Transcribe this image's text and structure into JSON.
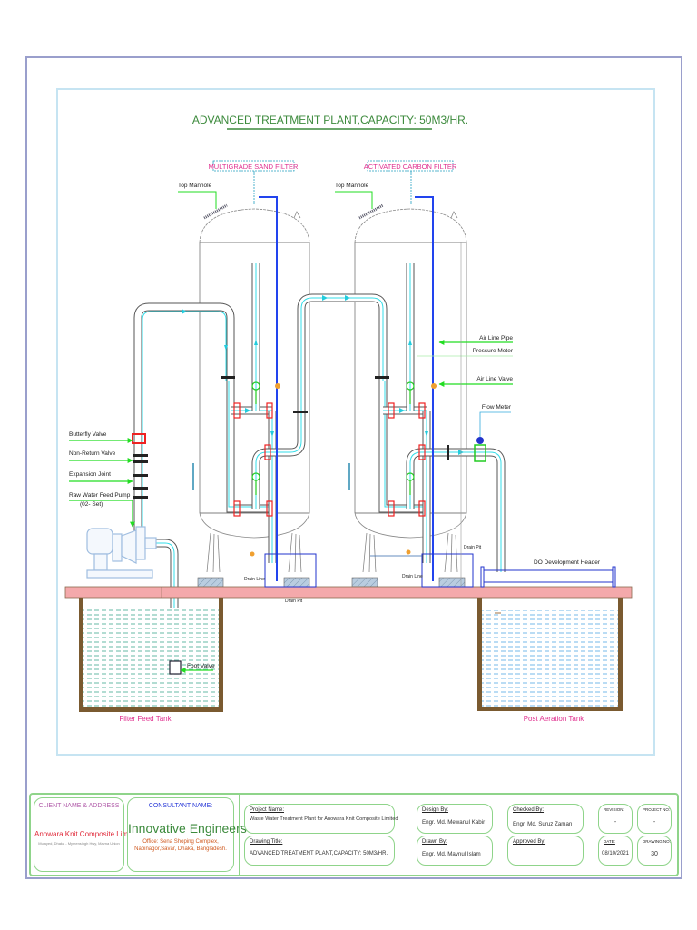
{
  "drawing": {
    "title": "ADVANCED TREATMENT PLANT,CAPACITY: 50M3/HR.",
    "filters": [
      {
        "name": "MULTIGRADE SAND FILTER",
        "manhole_label": "Top Manhole"
      },
      {
        "name": "ACTIVATED CARBON FILTER",
        "manhole_label": "Top Manhole"
      }
    ],
    "left_callouts": {
      "butterfly_valve": "Butterfly Valve",
      "non_return_valve": "Non-Return Valve",
      "expansion_joint": "Expansion Joint",
      "raw_water_pump": "Raw Water Feed Pump",
      "raw_water_pump_qty": "(02- Set)",
      "foot_valve": "Foot Valve"
    },
    "right_callouts": {
      "air_line_pipe": "Air Line Pipe",
      "pressure_meter": "Pressure Meter",
      "air_line_valve": "Air Line Valve",
      "flow_meter": "Flow Meter",
      "do_header": "DO Development Header"
    },
    "drain": {
      "drain_line_1": "Drain Line",
      "drain_line_2": "Drain Line",
      "drain_pit_1": "Drain Pit",
      "drain_pit_2": "Drain Pit"
    },
    "tanks": {
      "left": "Filter Feed Tank",
      "right": "Post Aeration Tank"
    }
  },
  "title_block": {
    "client": {
      "heading": "CLIENT NAME & ADDRESS",
      "name": "Anowara Knit Composite Limited",
      "address": "Mulayed, Dhaka - Mymensingh Hwy, Mavna Union"
    },
    "consultant": {
      "heading": "CONSULTANT NAME:",
      "name": "Innovative Engineers",
      "office_line1": "Office: Sena Shoping Complex,",
      "office_line2": "Nabinagor,Savar, Dhaka, Bangladesh."
    },
    "project_name_label": "Project Name:",
    "project_name": "Waste Water Treatment Plant for Anowara Knit Composite Limited",
    "drawing_title_label": "Drawing Title:",
    "drawing_title": "ADVANCED TREATMENT PLANT,CAPACITY: 50M3/HR.",
    "design_by_label": "Design By:",
    "design_by": "Engr. Md. Mewanul Kabir",
    "drawn_by_label": "Drawn By:",
    "drawn_by": "Engr. Md. Maynul Islam",
    "checked_by_label": "Checked By:",
    "checked_by": "Engr. Md. Suruz Zaman",
    "approved_by_label": "Approved By:",
    "approved_by": "",
    "revision_label": "REVISION:",
    "revision": "-",
    "project_no_label": "PROJECT NO:",
    "project_no": "-",
    "date_label": "DATE:",
    "date": "08/10/2021",
    "drawing_no_label": "DRAWING NO:",
    "drawing_no": "30"
  }
}
